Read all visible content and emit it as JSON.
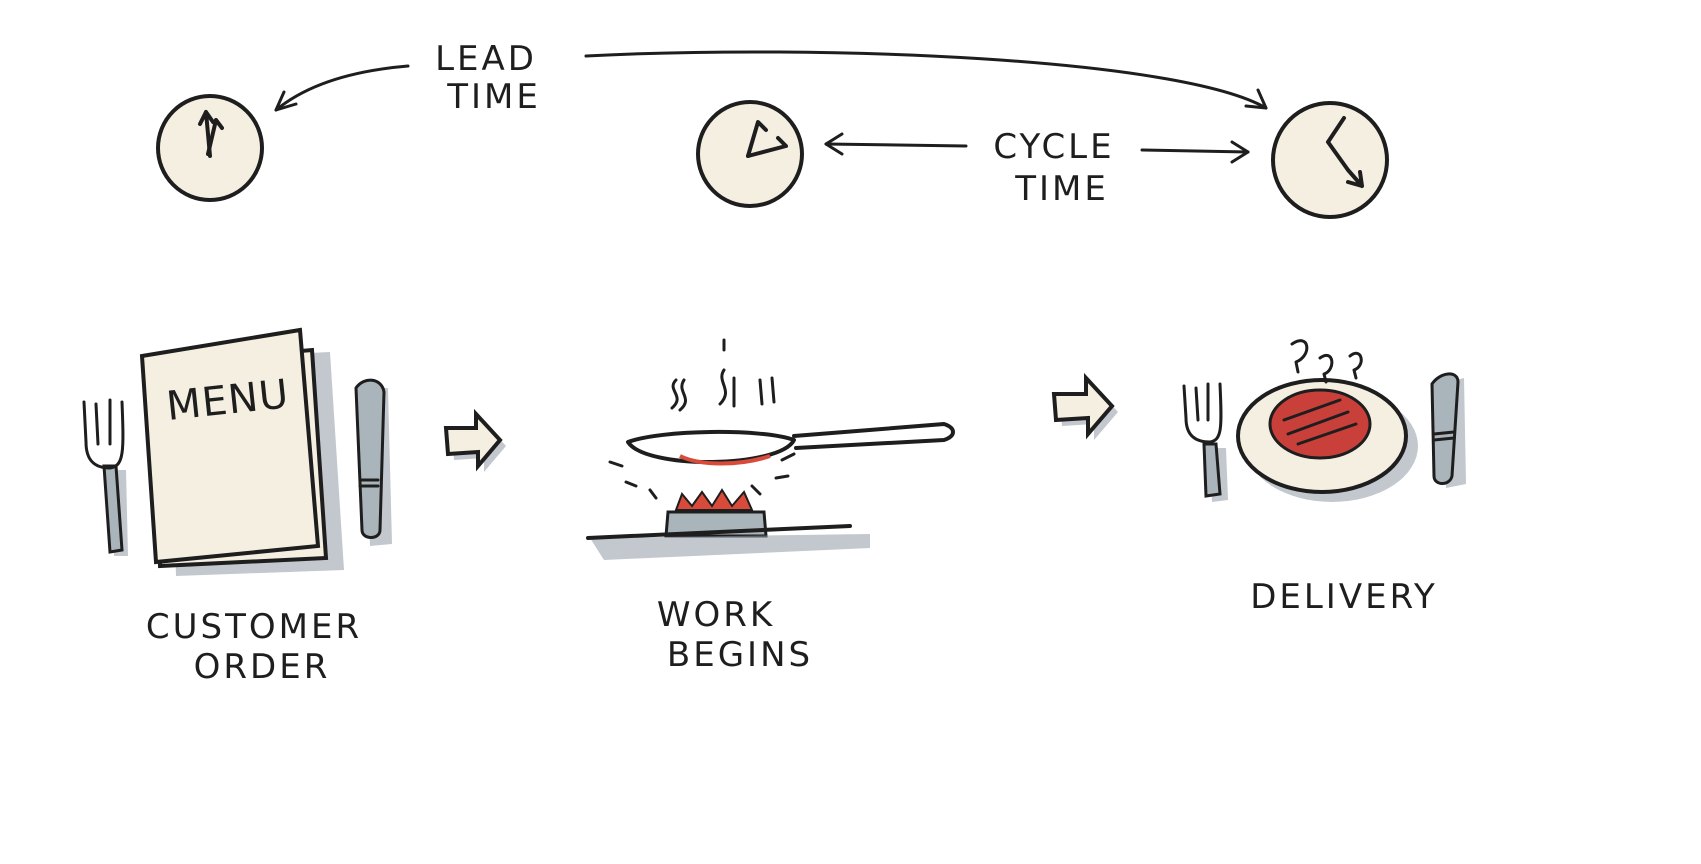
{
  "labels": {
    "lead_time": [
      "LEAD",
      "TIME"
    ],
    "cycle_time": [
      "CYCLE",
      "TIME"
    ],
    "customer_order": [
      "CUSTOMER",
      "ORDER"
    ],
    "work_begins": [
      "WORK",
      "BEGINS"
    ],
    "delivery": [
      "DELIVERY"
    ],
    "menu": "MENU"
  },
  "colors": {
    "ink": "#1e1e1e",
    "paper": "#f4efe1",
    "shadow": "#8f9ba5",
    "steel": "#aab4bb",
    "flame": "#d84a3a",
    "food": "#c9403a"
  },
  "icons": [
    "clock-icon",
    "fork-icon",
    "knife-icon",
    "menu-card-icon",
    "frying-pan-icon",
    "flame-icon",
    "steam-icon",
    "plate-icon",
    "block-arrow-icon"
  ]
}
